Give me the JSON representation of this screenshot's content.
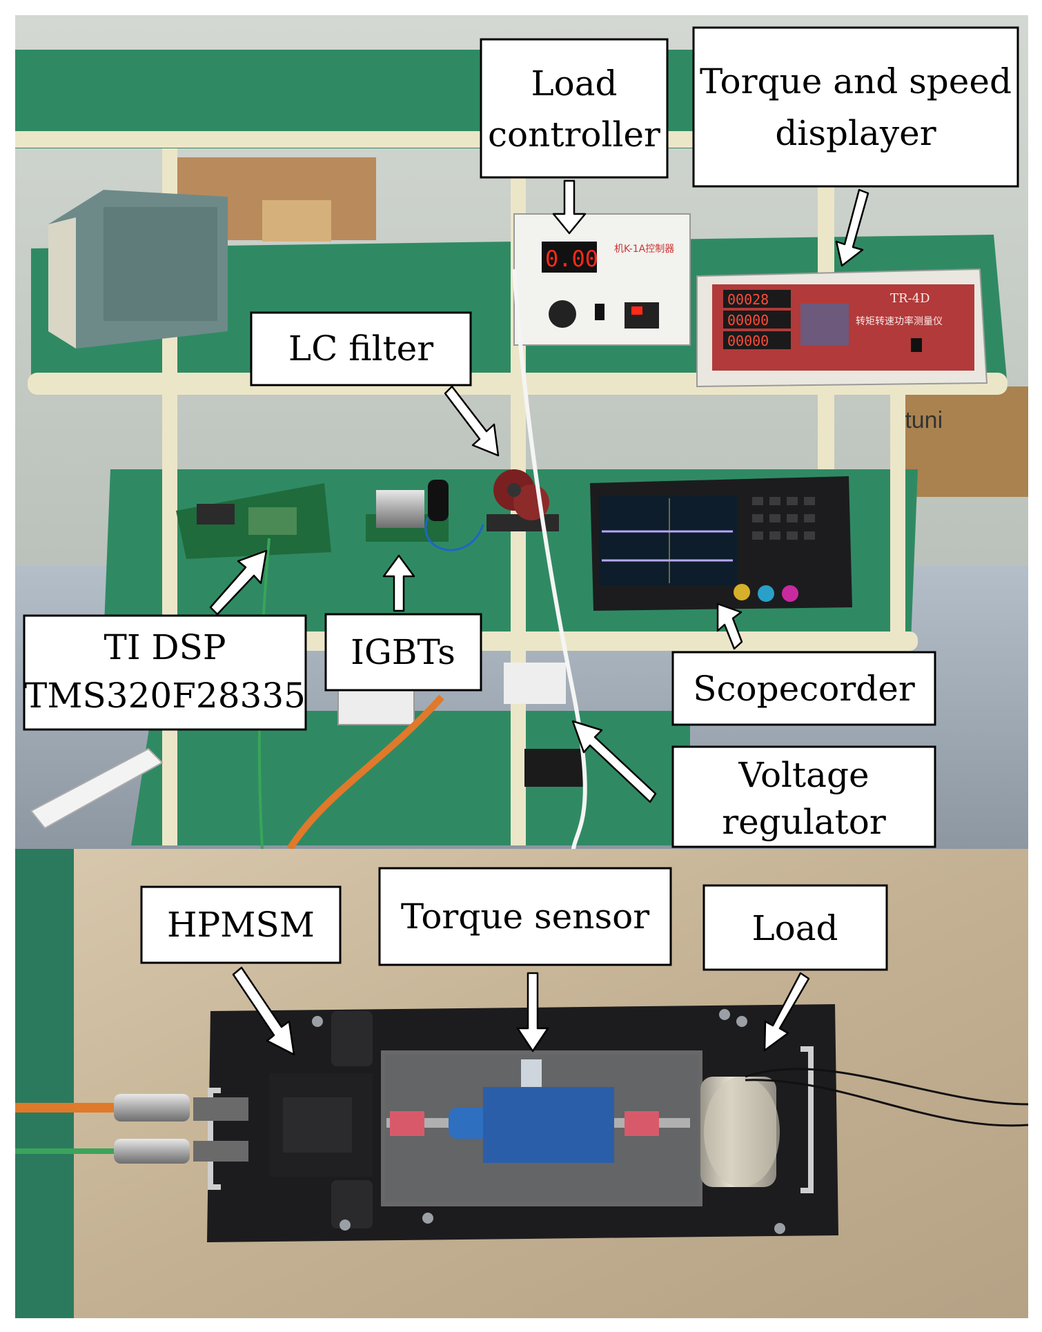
{
  "labels": {
    "load_controller": [
      "Load",
      "controller"
    ],
    "torque_speed_displayer": [
      "Torque and speed",
      "displayer"
    ],
    "lc_filter": "LC filter",
    "ti_dsp": [
      "TI DSP",
      "TMS320F28335"
    ],
    "igbts": "IGBTs",
    "scopecorder": "Scopecorder",
    "voltage_regulator": [
      "Voltage",
      "regulator"
    ],
    "hpmsm": "HPMSM",
    "torque_sensor": "Torque sensor",
    "load": "Load"
  },
  "device_text": {
    "controller_readout": "0.00",
    "controller_model": "机K-1A控制器",
    "displayer_model": "TR-4D",
    "displayer_title": "转矩转速功率测量仪",
    "displayer_readouts": [
      "00028",
      "00000",
      "00000"
    ],
    "box_brand": "rtuni"
  },
  "colors": {
    "bench_green": "#2f8a63",
    "frame_cream": "#ece6c8",
    "wall": "#c6ccc6",
    "floor": "#a9b3bd",
    "wood_board": "#c9b79b",
    "base_plate": "#1c1c1e",
    "cable_orange": "#e0792a",
    "cable_green": "#3aa45a",
    "led_red": "#ff2a1a",
    "scope_trace": "#b8a7ff"
  }
}
